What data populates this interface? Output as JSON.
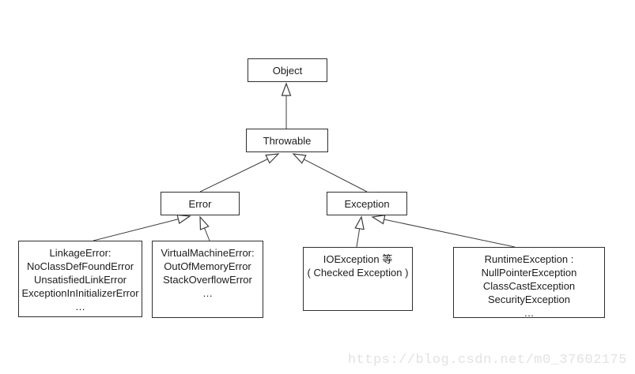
{
  "diagram": {
    "kind": "class-inheritance-hierarchy",
    "nodes": {
      "object": {
        "label": "Object"
      },
      "throwable": {
        "label": "Throwable"
      },
      "error": {
        "label": "Error"
      },
      "exception": {
        "label": "Exception"
      },
      "linkage_error": {
        "lines": [
          "LinkageError:",
          "NoClassDefFoundError",
          "UnsatisfiedLinkError",
          "ExceptionInInitializerError",
          "…"
        ]
      },
      "virtual_machine_error": {
        "lines": [
          "VirtualMachineError:",
          "OutOfMemoryError",
          "StackOverflowError",
          "…"
        ]
      },
      "io_exception": {
        "lines": [
          "IOException 等",
          "( Checked Exception )"
        ]
      },
      "runtime_exception": {
        "lines": [
          "RuntimeException :",
          "NullPointerException",
          "ClassCastException",
          "SecurityException",
          "…"
        ]
      }
    },
    "edges": [
      {
        "from": "Throwable",
        "to": "Object",
        "type": "extends"
      },
      {
        "from": "Error",
        "to": "Throwable",
        "type": "extends"
      },
      {
        "from": "Exception",
        "to": "Throwable",
        "type": "extends"
      },
      {
        "from": "LinkageError group",
        "to": "Error",
        "type": "extends"
      },
      {
        "from": "VirtualMachineError group",
        "to": "Error",
        "type": "extends"
      },
      {
        "from": "IOException group",
        "to": "Exception",
        "type": "extends"
      },
      {
        "from": "RuntimeException group",
        "to": "Exception",
        "type": "extends"
      }
    ],
    "colors": {
      "background": "#ffffff",
      "box_border": "#2f2f2f",
      "line": "#3c3c3c",
      "text": "#1c1c1c"
    }
  },
  "watermark": {
    "text": "https://blog.csdn.net/m0_37602175",
    "color": "#e2e2e2"
  }
}
